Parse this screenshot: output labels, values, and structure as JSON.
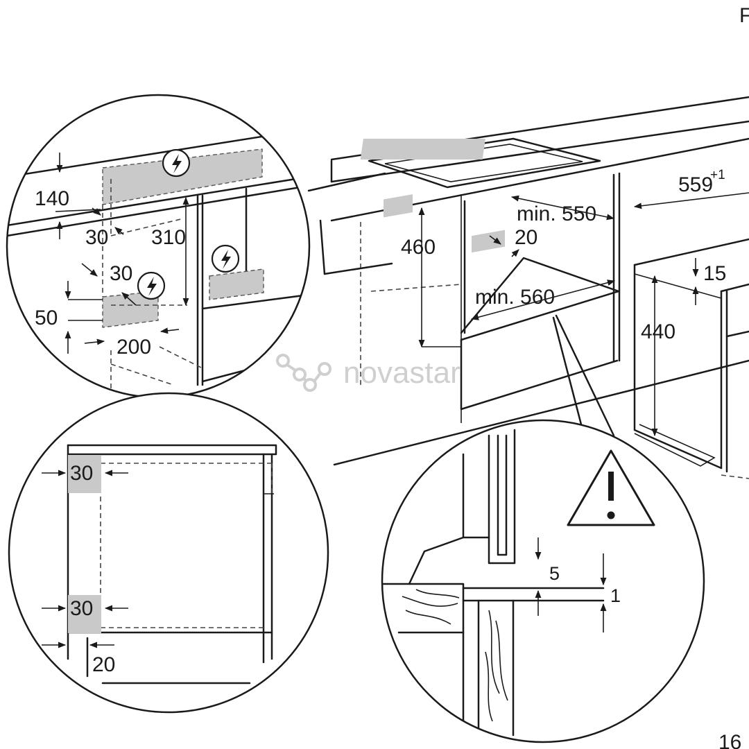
{
  "corner_top_right": "F",
  "corner_bottom_right": "16",
  "watermark": "novastar",
  "main": {
    "dim_559": "559",
    "dim_559_tolerance": "+1",
    "dim_min_550": "min. 550",
    "dim_20": "20",
    "dim_460": "460",
    "dim_min_560": "min. 560",
    "dim_15": "15",
    "dim_440": "440"
  },
  "detail_top_left": {
    "dim_140": "140",
    "dim_30_a": "30",
    "dim_310": "310",
    "dim_30_b": "30",
    "dim_50": "50",
    "dim_200": "200"
  },
  "detail_bottom_left": {
    "dim_30_top": "30",
    "dim_30_bottom": "30",
    "dim_20": "20"
  },
  "detail_bottom_right": {
    "dim_5": "5",
    "dim_1": "1"
  }
}
